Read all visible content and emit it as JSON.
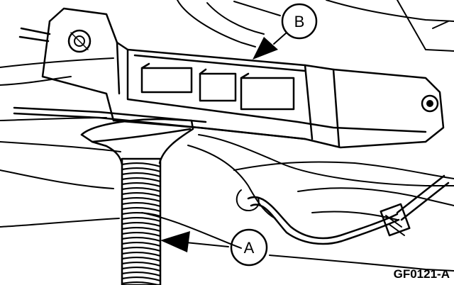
{
  "callouts": {
    "a": {
      "label": "A"
    },
    "b": {
      "label": "B"
    }
  },
  "figure": {
    "id": "GF0121-A"
  },
  "colors": {
    "ink": "#000000",
    "paper": "#ffffff"
  }
}
